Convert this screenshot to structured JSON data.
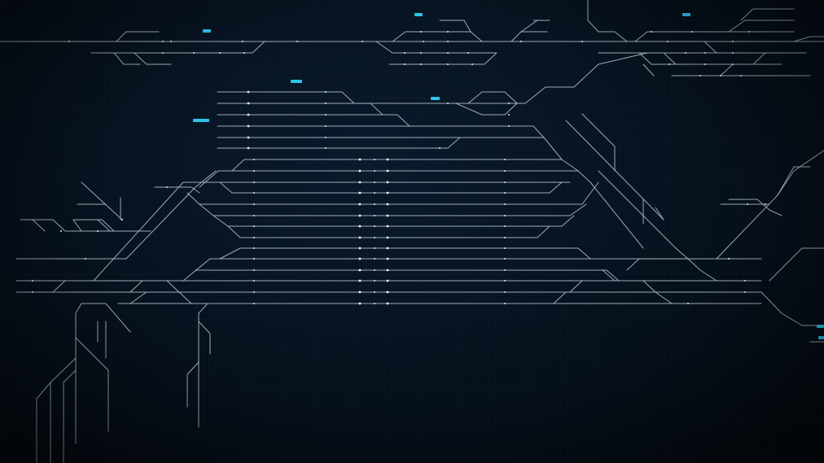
{
  "theme": {
    "background": "#040b14",
    "grid": "#0f2233",
    "track": "#aebbc7",
    "signal": "#ffffff",
    "station_tag": "#2ec4ea"
  },
  "station_tags": [
    {
      "id": "tag-1"
    },
    {
      "id": "tag-2"
    },
    {
      "id": "tag-3"
    },
    {
      "id": "tag-4"
    },
    {
      "id": "tag-5"
    },
    {
      "id": "tag-6"
    },
    {
      "id": "tag-7"
    },
    {
      "id": "tag-8"
    }
  ]
}
